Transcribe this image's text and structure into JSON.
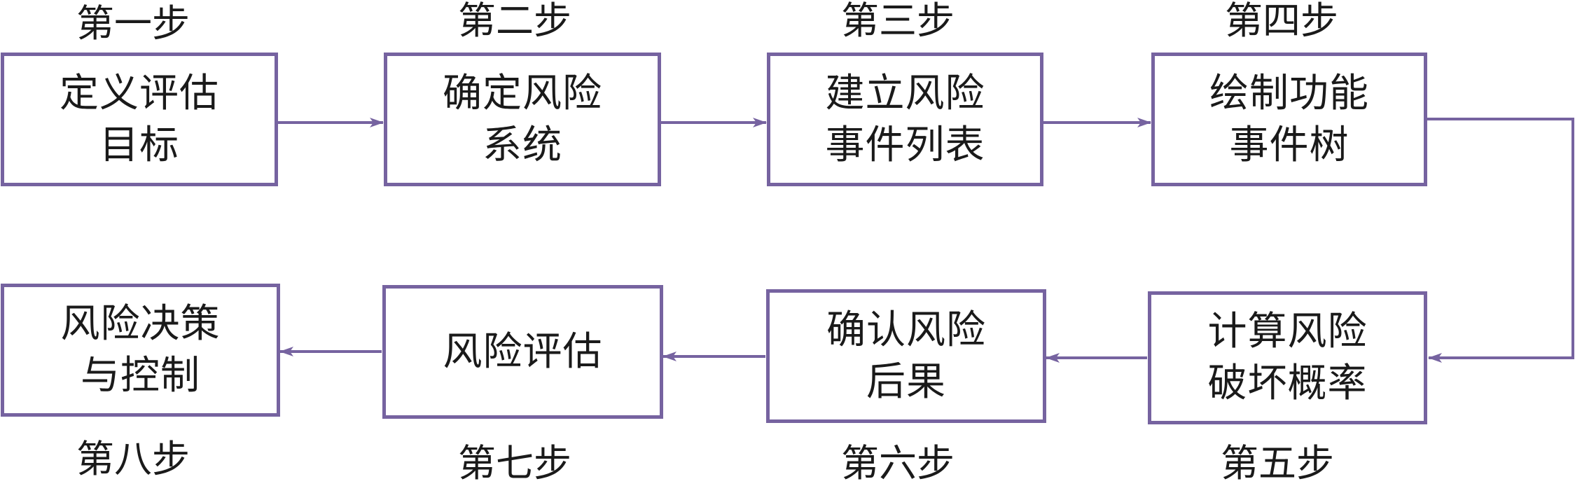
{
  "diagram": {
    "type": "flowchart",
    "line_color": "#7663A0",
    "text_color": "#1a1a1a",
    "steps": [
      {
        "step_label": "第一步",
        "text": "定义评估\n目标"
      },
      {
        "step_label": "第二步",
        "text": "确定风险\n系统"
      },
      {
        "step_label": "第三步",
        "text": "建立风险\n事件列表"
      },
      {
        "step_label": "第四步",
        "text": "绘制功能\n事件树"
      },
      {
        "step_label": "第五步",
        "text": "计算风险\n破坏概率"
      },
      {
        "step_label": "第六步",
        "text": "确认风险\n后果"
      },
      {
        "step_label": "第七步",
        "text": "风险评估"
      },
      {
        "step_label": "第八步",
        "text": "风险决策\n与控制"
      }
    ],
    "edges": [
      {
        "from": 1,
        "to": 2
      },
      {
        "from": 2,
        "to": 3
      },
      {
        "from": 3,
        "to": 4
      },
      {
        "from": 4,
        "to": 5
      },
      {
        "from": 5,
        "to": 6
      },
      {
        "from": 6,
        "to": 7
      },
      {
        "from": 7,
        "to": 8
      }
    ]
  }
}
